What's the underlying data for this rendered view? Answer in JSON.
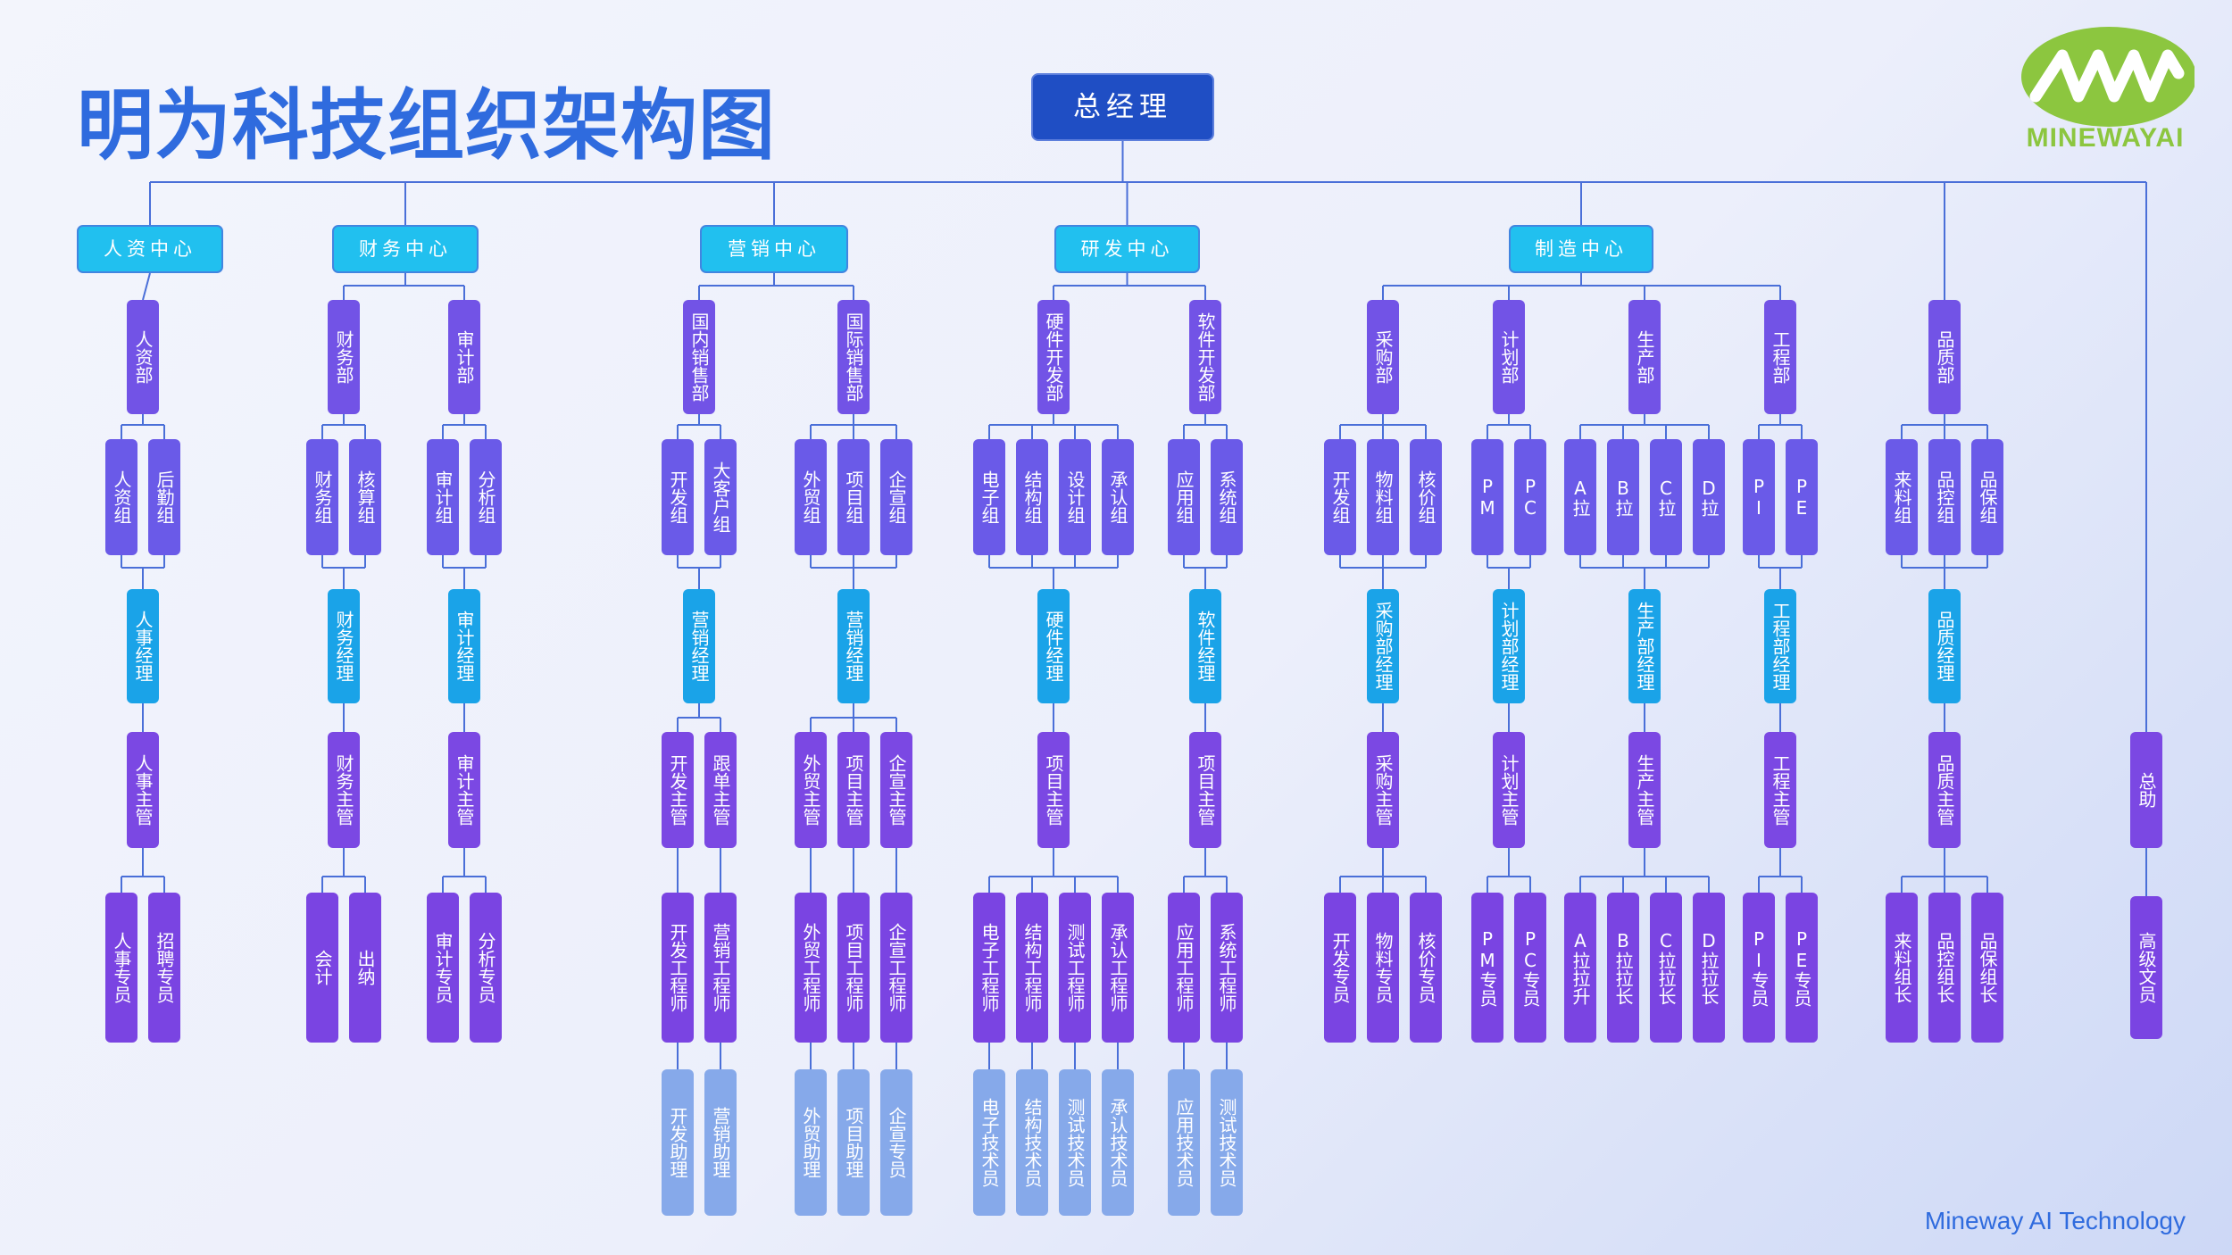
{
  "title": "明为科技组织架构图",
  "footer": "Mineway  AI Technology",
  "logo_text": "MINEWAYAI",
  "colors": {
    "title": "#2f6bde",
    "line": "#4a6fd8",
    "ceo": "#1f4ec4",
    "center": "#21c0ef",
    "dept": "#7253e6",
    "manager": "#1aa3e8",
    "supervisor": "#7b48e3",
    "assistant": "#86a9ea",
    "logo": "#8cc63f"
  },
  "root": "总经理",
  "centers": [
    {
      "name": "人资中心",
      "departments": [
        {
          "name": "人资部",
          "groups": [
            "人资组",
            "后勤组"
          ],
          "manager": "人事经理",
          "supervisors": [
            "人事主管"
          ],
          "staff": [
            "人事专员",
            "招聘专员"
          ],
          "assistants": []
        }
      ]
    },
    {
      "name": "财务中心",
      "departments": [
        {
          "name": "财务部",
          "groups": [
            "财务组",
            "核算组"
          ],
          "manager": "财务经理",
          "supervisors": [
            "财务主管"
          ],
          "staff": [
            "会计",
            "出纳"
          ],
          "assistants": []
        },
        {
          "name": "审计部",
          "groups": [
            "审计组",
            "分析组"
          ],
          "manager": "审计经理",
          "supervisors": [
            "审计主管"
          ],
          "staff": [
            "审计专员",
            "分析专员"
          ],
          "assistants": []
        }
      ]
    },
    {
      "name": "营销中心",
      "departments": [
        {
          "name": "国内销售部",
          "groups": [
            "开发组",
            "大客户组"
          ],
          "manager": "营销经理",
          "supervisors": [
            "开发主管",
            "跟单主管"
          ],
          "staff": [
            "开发工程师",
            "营销工程师"
          ],
          "assistants": [
            "开发助理",
            "营销助理"
          ]
        },
        {
          "name": "国际销售部",
          "groups": [
            "外贸组",
            "项目组",
            "企宣组"
          ],
          "manager": "营销经理",
          "supervisors": [
            "外贸主管",
            "项目主管",
            "企宣主管"
          ],
          "staff": [
            "外贸工程师",
            "项目工程师",
            "企宣工程师"
          ],
          "assistants": [
            "外贸助理",
            "项目助理",
            "企宣专员"
          ]
        }
      ]
    },
    {
      "name": "研发中心",
      "departments": [
        {
          "name": "硬件开发部",
          "groups": [
            "电子组",
            "结构组",
            "设计组",
            "承认组"
          ],
          "manager": "硬件经理",
          "supervisors": [
            "项目主管"
          ],
          "staff": [
            "电子工程师",
            "结构工程师",
            "测试工程师",
            "承认工程师"
          ],
          "assistants": [
            "电子技术员",
            "结构技术员",
            "测试技术员",
            "承认技术员"
          ]
        },
        {
          "name": "软件开发部",
          "groups": [
            "应用组",
            "系统组"
          ],
          "manager": "软件经理",
          "supervisors": [
            "项目主管"
          ],
          "staff": [
            "应用工程师",
            "系统工程师"
          ],
          "assistants": [
            "应用技术员",
            "测试技术员"
          ]
        }
      ]
    },
    {
      "name": "制造中心",
      "departments": [
        {
          "name": "采购部",
          "groups": [
            "开发组",
            "物料组",
            "核价组"
          ],
          "manager": "采购部经理",
          "supervisors": [
            "采购主管"
          ],
          "staff": [
            "开发专员",
            "物料专员",
            "核价专员"
          ],
          "assistants": []
        },
        {
          "name": "计划部",
          "groups": [
            "PM",
            "PC"
          ],
          "manager": "计划部经理",
          "supervisors": [
            "计划主管"
          ],
          "staff": [
            "PM专员",
            "PC专员"
          ],
          "assistants": []
        },
        {
          "name": "生产部",
          "groups": [
            "A拉",
            "B拉",
            "C拉",
            "D拉"
          ],
          "manager": "生产部经理",
          "supervisors": [
            "生产主管"
          ],
          "staff": [
            "A拉拉升",
            "B拉拉长",
            "C拉拉长",
            "D拉拉长"
          ],
          "assistants": []
        },
        {
          "name": "工程部",
          "groups": [
            "PI",
            "PE"
          ],
          "manager": "工程部经理",
          "supervisors": [
            "工程主管"
          ],
          "staff": [
            "PI专员",
            "PE专员"
          ],
          "assistants": []
        }
      ]
    }
  ],
  "quality": {
    "name": "品质部",
    "groups": [
      "来料组",
      "品控组",
      "品保组"
    ],
    "manager": "品质经理",
    "supervisors": [
      "品质主管"
    ],
    "staff": [
      "来料组长",
      "品控组长",
      "品保组长"
    ],
    "assistants": []
  },
  "assistant_branch": {
    "name": "总助",
    "staff": "高级文员"
  }
}
